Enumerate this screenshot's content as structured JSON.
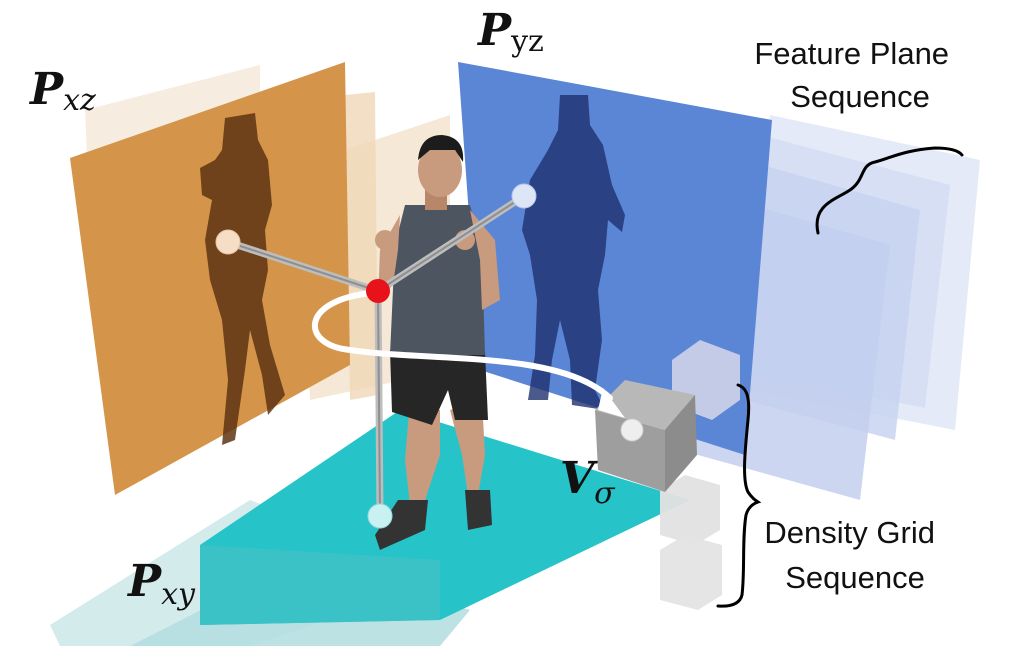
{
  "labels": {
    "p_xz": {
      "main": "P",
      "sub": "xz"
    },
    "p_yz": {
      "main": "P",
      "sub": "yz"
    },
    "p_xy": {
      "main": "P",
      "sub": "xy"
    },
    "v_sigma": {
      "main": "V",
      "sub": "σ"
    },
    "feature_plane_sequence": {
      "line1": "Feature Plane",
      "line2": "Sequence"
    },
    "density_grid_sequence": {
      "line1": "Density Grid",
      "line2": "Sequence"
    }
  },
  "colors": {
    "xz_plane": "#d4954a",
    "yz_plane": "#5b86d6",
    "xy_plane": "#26c4c8",
    "query_point": "#e8121a",
    "density_cube": "#9e9e9e"
  }
}
